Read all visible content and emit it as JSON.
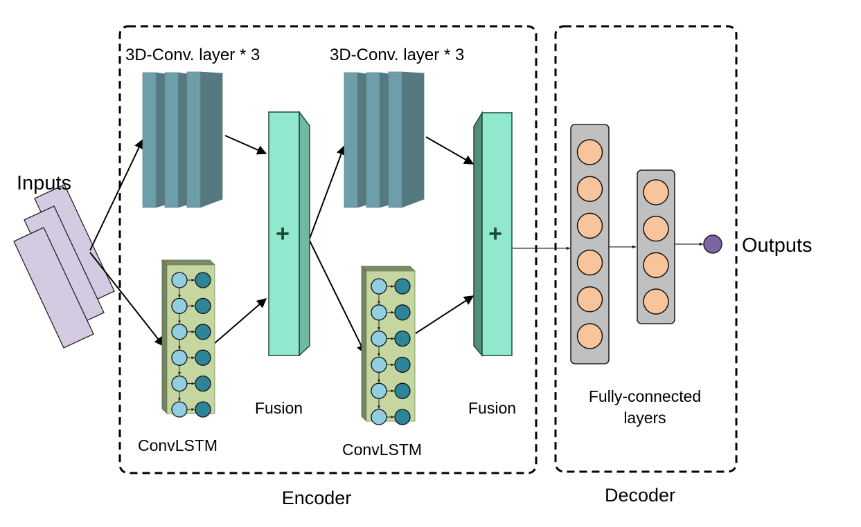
{
  "labels": {
    "inputs": "Inputs",
    "outputs": "Outputs",
    "conv3d_1": "3D-Conv. layer * 3",
    "conv3d_2": "3D-Conv. layer * 3",
    "convlstm_1": "ConvLSTM",
    "convlstm_2": "ConvLSTM",
    "fusion_1": "Fusion",
    "fusion_2": "Fusion",
    "fusion_symbol": "+",
    "fc_line1": "Fully-connected",
    "fc_line2": "layers",
    "encoder": "Encoder",
    "decoder": "Decoder"
  },
  "structure": {
    "input_frames": 3,
    "conv3d_slabs_per_block": 3,
    "convlstm_rows": 6,
    "fc_layer1_nodes": 6,
    "fc_layer2_nodes": 4,
    "output_nodes": 1
  },
  "colors": {
    "input_fill": "#d4cbe3",
    "conv_front": "#6e9eaa",
    "conv_side": "#56797f",
    "fusion_front": "#90e8cf",
    "fusion_side": "#72b9a3",
    "fusion_side_dark": "#548c7c",
    "fusion_stroke": "#1e4a30",
    "lstm_fill": "#c5d6a1",
    "lstm_side": "#748462",
    "lstm_top": "#7d8a66",
    "lstm_light_node": "#92cde0",
    "lstm_dark_node": "#2e8499",
    "fc_box": "#c0c0c0",
    "fc_node": "#f8c49b",
    "output_node": "#7d64a3"
  }
}
